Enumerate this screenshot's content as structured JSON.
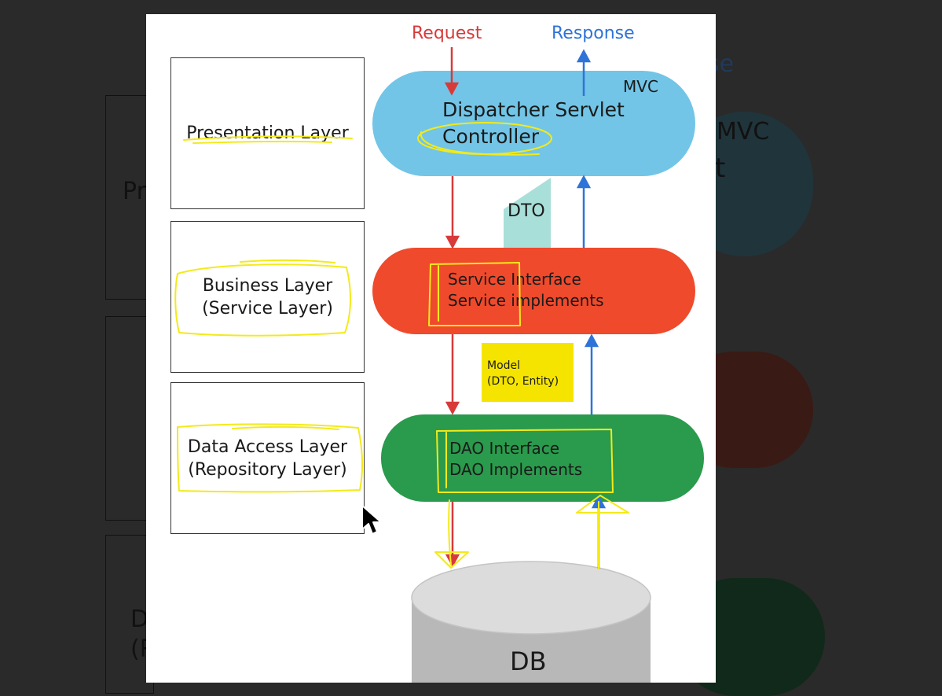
{
  "backdrop": {
    "ghost_left_1": "Pr",
    "ghost_left_2": "D",
    "ghost_left_3": "(R",
    "ghost_right_1": "se",
    "ghost_right_2": "MVC",
    "ghost_right_3": "t"
  },
  "diagram": {
    "request_label": "Request",
    "response_label": "Response",
    "layers": [
      {
        "label": "Presentation Layer"
      },
      {
        "label": "Business Layer\n(Service Layer)"
      },
      {
        "label": "Data Access Layer\n(Repository Layer)"
      }
    ],
    "presentation_node": {
      "tag": "MVC",
      "line1": "Dispatcher Servlet",
      "line2": "Controller"
    },
    "dto_label": "DTO",
    "service_node": {
      "text": "Service Interface\nService implements"
    },
    "model_label": "Model\n(DTO, Entity)",
    "dao_node": {
      "text": "DAO Interface\nDAO Implements"
    },
    "db_label": "DB"
  },
  "colors": {
    "presentation": "#72c5e6",
    "service": "#ef4a2c",
    "dao": "#2a9a4c",
    "db_top": "#dcdcdc",
    "db_side": "#b8b8b8",
    "request_arrow": "#d83a3a",
    "response_arrow": "#2f73d8",
    "dto_box": "#a9dfd9",
    "model_box": "#f5e400",
    "highlighter": "#f3ea1a"
  }
}
